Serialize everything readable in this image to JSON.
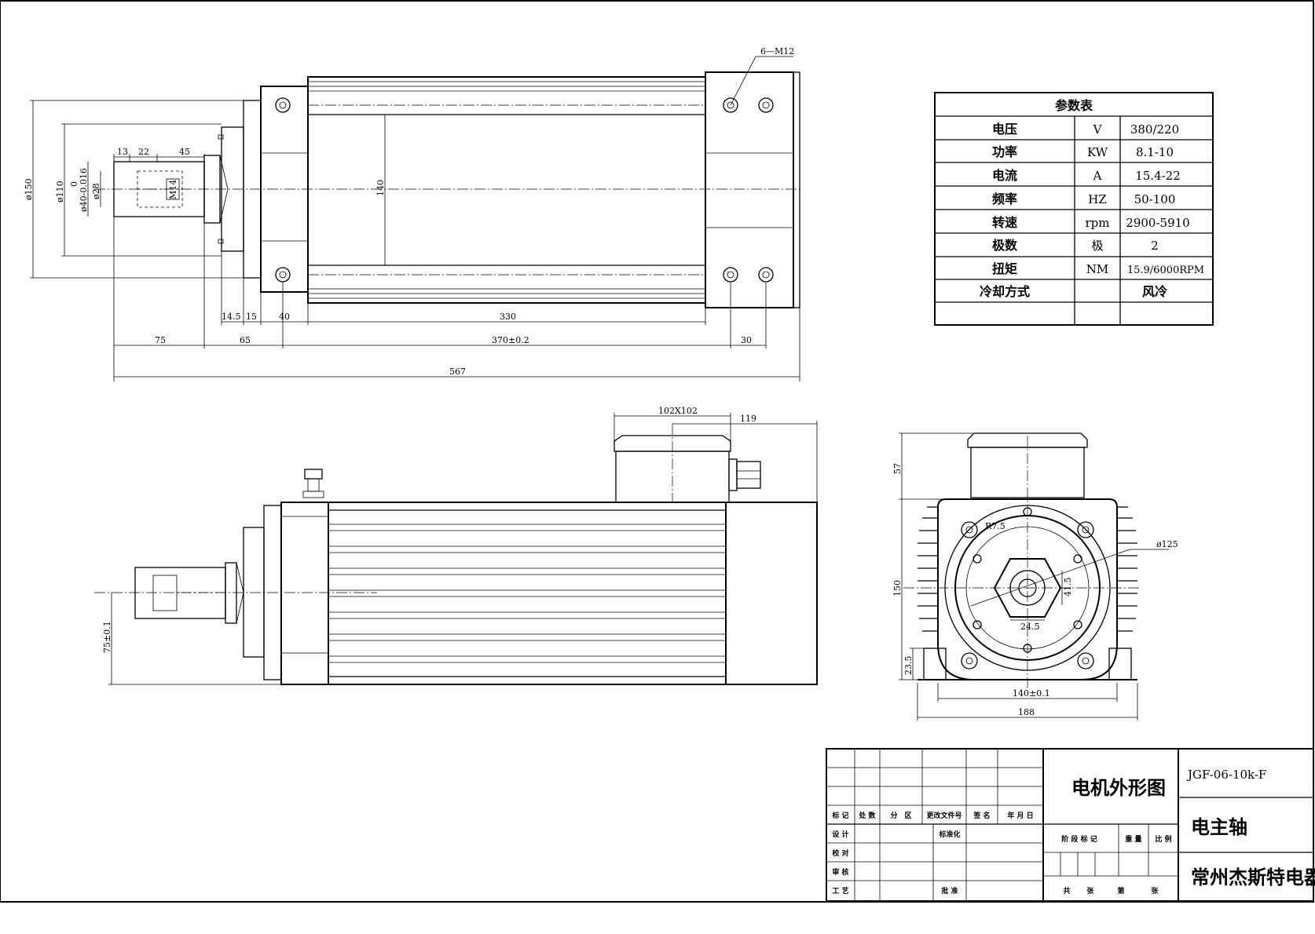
{
  "param_table": {
    "title": "参数表",
    "rows": [
      {
        "name": "电压",
        "unit": "V",
        "value": "380/220"
      },
      {
        "name": "功率",
        "unit": "KW",
        "value": "8.1-10"
      },
      {
        "name": "电流",
        "unit": "A",
        "value": "15.4-22"
      },
      {
        "name": "频率",
        "unit": "HZ",
        "value": "50-100"
      },
      {
        "name": "转速",
        "unit": "rpm",
        "value": "2900-5910"
      },
      {
        "name": "极数",
        "unit": "极",
        "value": "2"
      },
      {
        "name": "扭矩",
        "unit": "NM",
        "value": "15.9/6000RPM"
      },
      {
        "name": "冷却方式",
        "unit": "",
        "value": "风冷"
      }
    ]
  },
  "top_view": {
    "bolt_label": "6—M12",
    "dims": {
      "d150": "ø150",
      "d110": "ø110",
      "d40": "ø40-0.016",
      "d40_tol": "0",
      "d28": "ø28",
      "m14": "M14",
      "s13": "13",
      "s22": "22",
      "s45": "45",
      "h140": "140",
      "l14_5": "14.5",
      "l15": "15",
      "l40": "40",
      "l330": "330",
      "l75": "75",
      "l65": "65",
      "l370": "370±0.2",
      "l30": "30",
      "l567": "567"
    }
  },
  "side_view": {
    "dims": {
      "box": "102X102",
      "w119": "119",
      "h75": "75±0.1"
    }
  },
  "end_view": {
    "dims": {
      "h57": "57",
      "h150": "150",
      "h23_5": "23.5",
      "r7_5": "R7.5",
      "d125": "ø125",
      "v41_5": "41.5",
      "w24_5": "24.5",
      "w140": "140±0.1",
      "w188": "188"
    }
  },
  "title_block": {
    "drawing_name": "电机外形图",
    "drawing_code": "JGF-06-10k-F",
    "product": "电主轴",
    "company": "常州杰斯特电器",
    "hdr": [
      "标 记",
      "处 数",
      "分　区",
      "更改文件号",
      "签 名",
      "年 月 日"
    ],
    "design": "设 计",
    "check": "校 对",
    "review": "审 核",
    "process": "工 艺",
    "standard": "标准化",
    "approve": "批 准",
    "stage": "阶 段 标 记",
    "weight": "重 量",
    "scale": "比 例",
    "total": "共",
    "sheets": "张",
    "nth": "第",
    "sheet": "张"
  }
}
